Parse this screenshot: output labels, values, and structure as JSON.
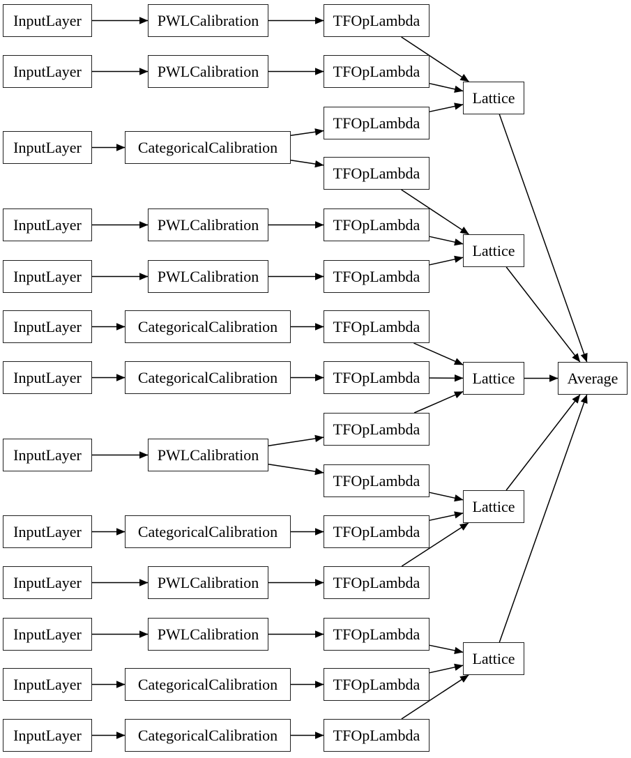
{
  "diagram": {
    "kind": "model-architecture-graph",
    "colors": {
      "background": "#ffffff",
      "node_fill": "#ffffff",
      "node_border": "#1f1f1f",
      "edge": "#000000",
      "text": "#000000"
    },
    "node_labels": {
      "input": "InputLayer",
      "pwl": "PWLCalibration",
      "categorical": "CategoricalCalibration",
      "tfop": "TFOpLambda",
      "lattice": "Lattice",
      "average": "Average"
    },
    "nodes": [
      {
        "id": "input_1",
        "label": "InputLayer"
      },
      {
        "id": "input_2",
        "label": "InputLayer"
      },
      {
        "id": "input_3",
        "label": "InputLayer"
      },
      {
        "id": "input_4",
        "label": "InputLayer"
      },
      {
        "id": "input_5",
        "label": "InputLayer"
      },
      {
        "id": "input_6",
        "label": "InputLayer"
      },
      {
        "id": "input_7",
        "label": "InputLayer"
      },
      {
        "id": "input_8",
        "label": "InputLayer"
      },
      {
        "id": "input_9",
        "label": "InputLayer"
      },
      {
        "id": "input_10",
        "label": "InputLayer"
      },
      {
        "id": "input_11",
        "label": "InputLayer"
      },
      {
        "id": "input_12",
        "label": "InputLayer"
      },
      {
        "id": "input_13",
        "label": "InputLayer"
      },
      {
        "id": "calib_1",
        "label": "PWLCalibration"
      },
      {
        "id": "calib_2",
        "label": "PWLCalibration"
      },
      {
        "id": "calib_3",
        "label": "CategoricalCalibration"
      },
      {
        "id": "calib_4",
        "label": "PWLCalibration"
      },
      {
        "id": "calib_5",
        "label": "PWLCalibration"
      },
      {
        "id": "calib_6",
        "label": "CategoricalCalibration"
      },
      {
        "id": "calib_7",
        "label": "CategoricalCalibration"
      },
      {
        "id": "calib_8",
        "label": "PWLCalibration"
      },
      {
        "id": "calib_9",
        "label": "CategoricalCalibration"
      },
      {
        "id": "calib_10",
        "label": "PWLCalibration"
      },
      {
        "id": "calib_11",
        "label": "PWLCalibration"
      },
      {
        "id": "calib_12",
        "label": "CategoricalCalibration"
      },
      {
        "id": "calib_13",
        "label": "CategoricalCalibration"
      },
      {
        "id": "tfop_1",
        "label": "TFOpLambda"
      },
      {
        "id": "tfop_2",
        "label": "TFOpLambda"
      },
      {
        "id": "tfop_3",
        "label": "TFOpLambda"
      },
      {
        "id": "tfop_4",
        "label": "TFOpLambda"
      },
      {
        "id": "tfop_5",
        "label": "TFOpLambda"
      },
      {
        "id": "tfop_6",
        "label": "TFOpLambda"
      },
      {
        "id": "tfop_7",
        "label": "TFOpLambda"
      },
      {
        "id": "tfop_8",
        "label": "TFOpLambda"
      },
      {
        "id": "tfop_9",
        "label": "TFOpLambda"
      },
      {
        "id": "tfop_10",
        "label": "TFOpLambda"
      },
      {
        "id": "tfop_11",
        "label": "TFOpLambda"
      },
      {
        "id": "tfop_12",
        "label": "TFOpLambda"
      },
      {
        "id": "tfop_13",
        "label": "TFOpLambda"
      },
      {
        "id": "tfop_14",
        "label": "TFOpLambda"
      },
      {
        "id": "tfop_15",
        "label": "TFOpLambda"
      },
      {
        "id": "lattice_1",
        "label": "Lattice"
      },
      {
        "id": "lattice_2",
        "label": "Lattice"
      },
      {
        "id": "lattice_3",
        "label": "Lattice"
      },
      {
        "id": "lattice_4",
        "label": "Lattice"
      },
      {
        "id": "lattice_5",
        "label": "Lattice"
      },
      {
        "id": "average",
        "label": "Average"
      }
    ],
    "edges": [
      [
        "input_1",
        "calib_1"
      ],
      [
        "input_2",
        "calib_2"
      ],
      [
        "input_3",
        "calib_3"
      ],
      [
        "input_4",
        "calib_4"
      ],
      [
        "input_5",
        "calib_5"
      ],
      [
        "input_6",
        "calib_6"
      ],
      [
        "input_7",
        "calib_7"
      ],
      [
        "input_8",
        "calib_8"
      ],
      [
        "input_9",
        "calib_9"
      ],
      [
        "input_10",
        "calib_10"
      ],
      [
        "input_11",
        "calib_11"
      ],
      [
        "input_12",
        "calib_12"
      ],
      [
        "input_13",
        "calib_13"
      ],
      [
        "calib_1",
        "tfop_1"
      ],
      [
        "calib_2",
        "tfop_2"
      ],
      [
        "calib_3",
        "tfop_3"
      ],
      [
        "calib_3",
        "tfop_4"
      ],
      [
        "calib_4",
        "tfop_5"
      ],
      [
        "calib_5",
        "tfop_6"
      ],
      [
        "calib_6",
        "tfop_7"
      ],
      [
        "calib_7",
        "tfop_8"
      ],
      [
        "calib_8",
        "tfop_9"
      ],
      [
        "calib_8",
        "tfop_10"
      ],
      [
        "calib_9",
        "tfop_11"
      ],
      [
        "calib_10",
        "tfop_12"
      ],
      [
        "calib_11",
        "tfop_13"
      ],
      [
        "calib_12",
        "tfop_14"
      ],
      [
        "calib_13",
        "tfop_15"
      ],
      [
        "tfop_1",
        "lattice_1"
      ],
      [
        "tfop_2",
        "lattice_1"
      ],
      [
        "tfop_3",
        "lattice_1"
      ],
      [
        "tfop_4",
        "lattice_2"
      ],
      [
        "tfop_5",
        "lattice_2"
      ],
      [
        "tfop_6",
        "lattice_2"
      ],
      [
        "tfop_7",
        "lattice_3"
      ],
      [
        "tfop_8",
        "lattice_3"
      ],
      [
        "tfop_9",
        "lattice_3"
      ],
      [
        "tfop_10",
        "lattice_4"
      ],
      [
        "tfop_11",
        "lattice_4"
      ],
      [
        "tfop_12",
        "lattice_4"
      ],
      [
        "tfop_13",
        "lattice_5"
      ],
      [
        "tfop_14",
        "lattice_5"
      ],
      [
        "tfop_15",
        "lattice_5"
      ],
      [
        "lattice_1",
        "average"
      ],
      [
        "lattice_2",
        "average"
      ],
      [
        "lattice_3",
        "average"
      ],
      [
        "lattice_4",
        "average"
      ],
      [
        "lattice_5",
        "average"
      ]
    ]
  }
}
